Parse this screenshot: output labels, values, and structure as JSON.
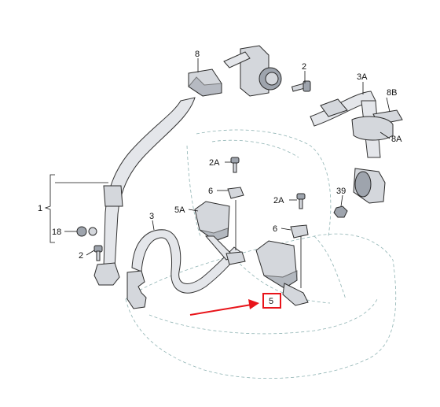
{
  "diagram": {
    "callouts": [
      {
        "id": "c8",
        "text": "8"
      },
      {
        "id": "c2a",
        "text": "2"
      },
      {
        "id": "c3a",
        "text": "3A"
      },
      {
        "id": "c8b",
        "text": "8B"
      },
      {
        "id": "c8a",
        "text": "8A"
      },
      {
        "id": "c1",
        "text": "1"
      },
      {
        "id": "c2aL",
        "text": "2A"
      },
      {
        "id": "c6L",
        "text": "6"
      },
      {
        "id": "c5a",
        "text": "5A"
      },
      {
        "id": "c3",
        "text": "3"
      },
      {
        "id": "c2aR",
        "text": "2A"
      },
      {
        "id": "c6R",
        "text": "6"
      },
      {
        "id": "c39",
        "text": "39"
      },
      {
        "id": "c18",
        "text": "18"
      },
      {
        "id": "c2b",
        "text": "2"
      },
      {
        "id": "c5",
        "text": "5"
      }
    ],
    "highlight": {
      "label": "5",
      "box_color": "#e8141a",
      "arrow_color": "#e8141a"
    },
    "colors": {
      "part_fill": "#d4d7dc",
      "seat_outline": "#8fb3b3"
    }
  }
}
